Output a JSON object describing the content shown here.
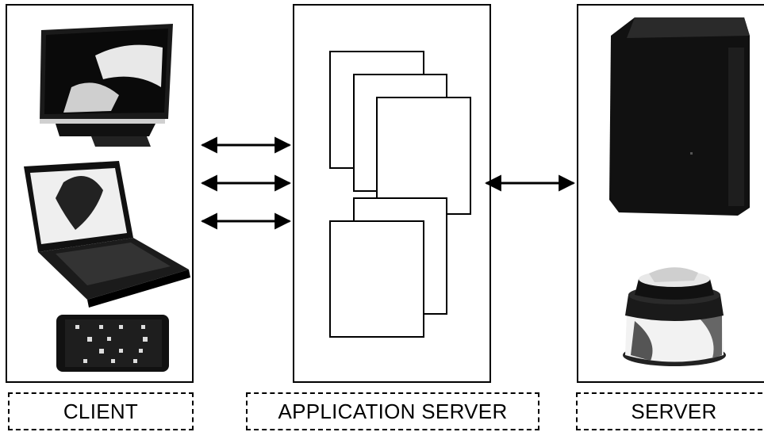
{
  "labels": {
    "client": "CLIENT",
    "application_server": "APPLICATION SERVER",
    "server": "SERVER"
  },
  "icons": {
    "client": [
      "desktop-monitor-icon",
      "laptop-icon",
      "smartphone-icon"
    ],
    "server": [
      "server-tower-icon",
      "database-icon"
    ]
  },
  "colors": {
    "stroke": "#000000",
    "background": "#ffffff"
  }
}
